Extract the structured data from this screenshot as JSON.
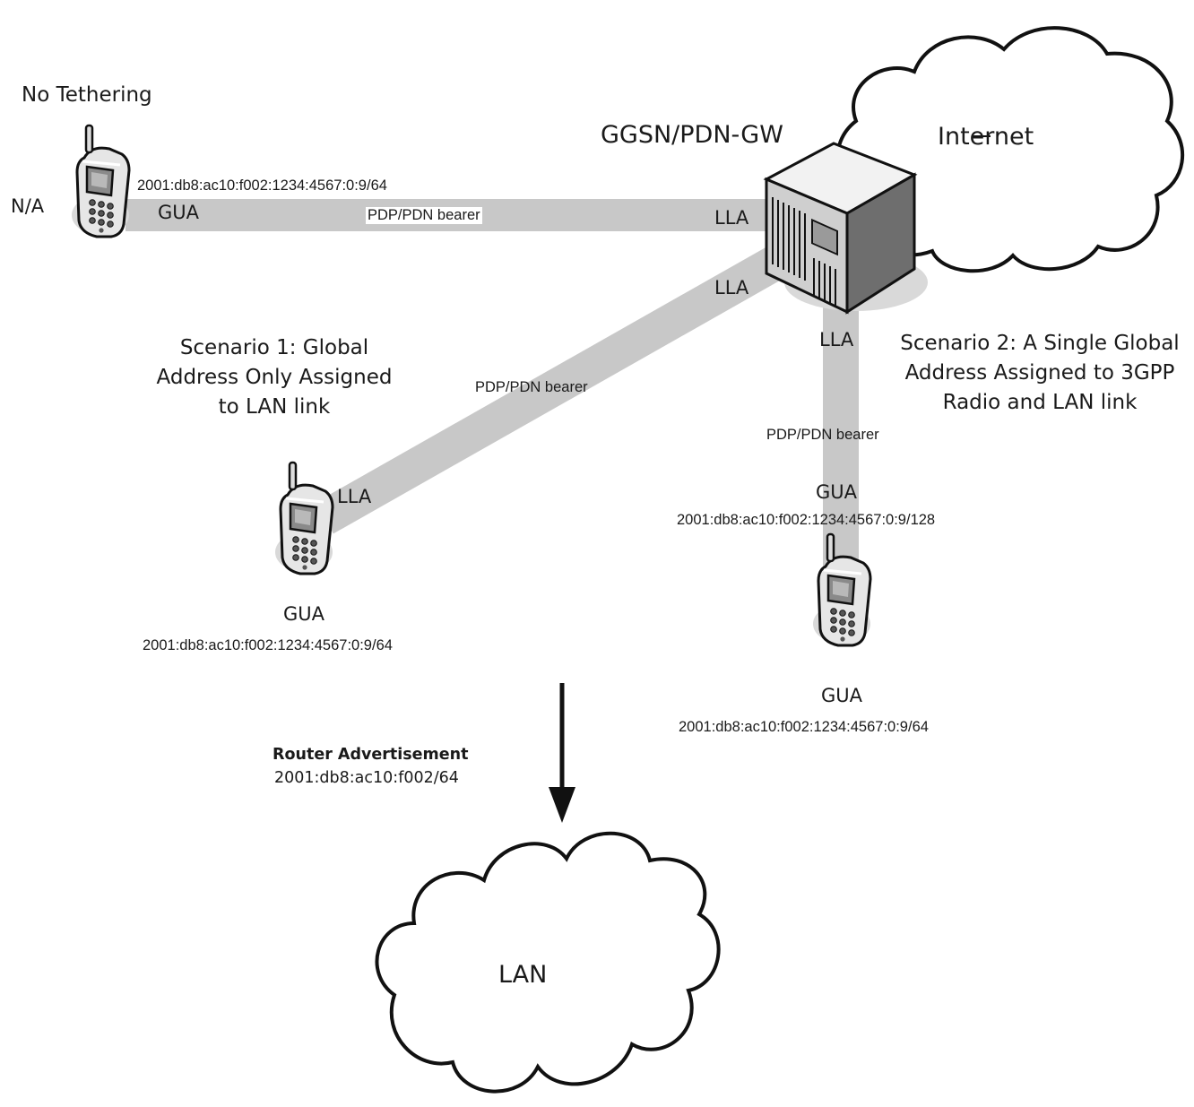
{
  "labels": {
    "no_tethering": "No Tethering",
    "na": "N/A",
    "gateway": "GGSN/PDN-GW",
    "internet": "Internet",
    "lan_cloud": "LAN",
    "scenario1": "Scenario 1: Global Address Only Assigned to LAN link",
    "scenario2": "Scenario 2: A Single Global Address Assigned to 3GPP Radio and LAN link",
    "router_adv_title": "Router Advertisement",
    "router_adv_prefix": "2001:db8:ac10:f002/64"
  },
  "links": {
    "top": {
      "bearer": "PDP/PDN bearer",
      "ue_end": "GUA",
      "gw_end": "LLA",
      "ue_addr": "2001:db8:ac10:f002:1234:4567:0:9/64"
    },
    "scenario1": {
      "bearer": "PDP/PDN bearer",
      "ue_end": "LLA",
      "gw_end": "LLA"
    },
    "scenario2": {
      "bearer": "PDP/PDN bearer",
      "ue_end": "GUA",
      "gw_end": "LLA",
      "ue_addr": "2001:db8:ac10:f002:1234:4567:0:9/128"
    }
  },
  "phones": {
    "scenario1": {
      "lan_label": "GUA",
      "lan_addr": "2001:db8:ac10:f002:1234:4567:0:9/64"
    },
    "scenario2": {
      "lan_label": "GUA",
      "lan_addr": "2001:db8:ac10:f002:1234:4567:0:9/64"
    }
  },
  "colors": {
    "bearer": "#c8c8c8",
    "outline": "#111111",
    "cloud_fill": "#ffffff",
    "shadow": "#d9d9d9",
    "server_side": "#6e6e6e",
    "server_front": "#cfcfcf",
    "server_top": "#f2f2f2",
    "phone_body": "#e6e6e6",
    "phone_screen": "#8a8a8a"
  }
}
